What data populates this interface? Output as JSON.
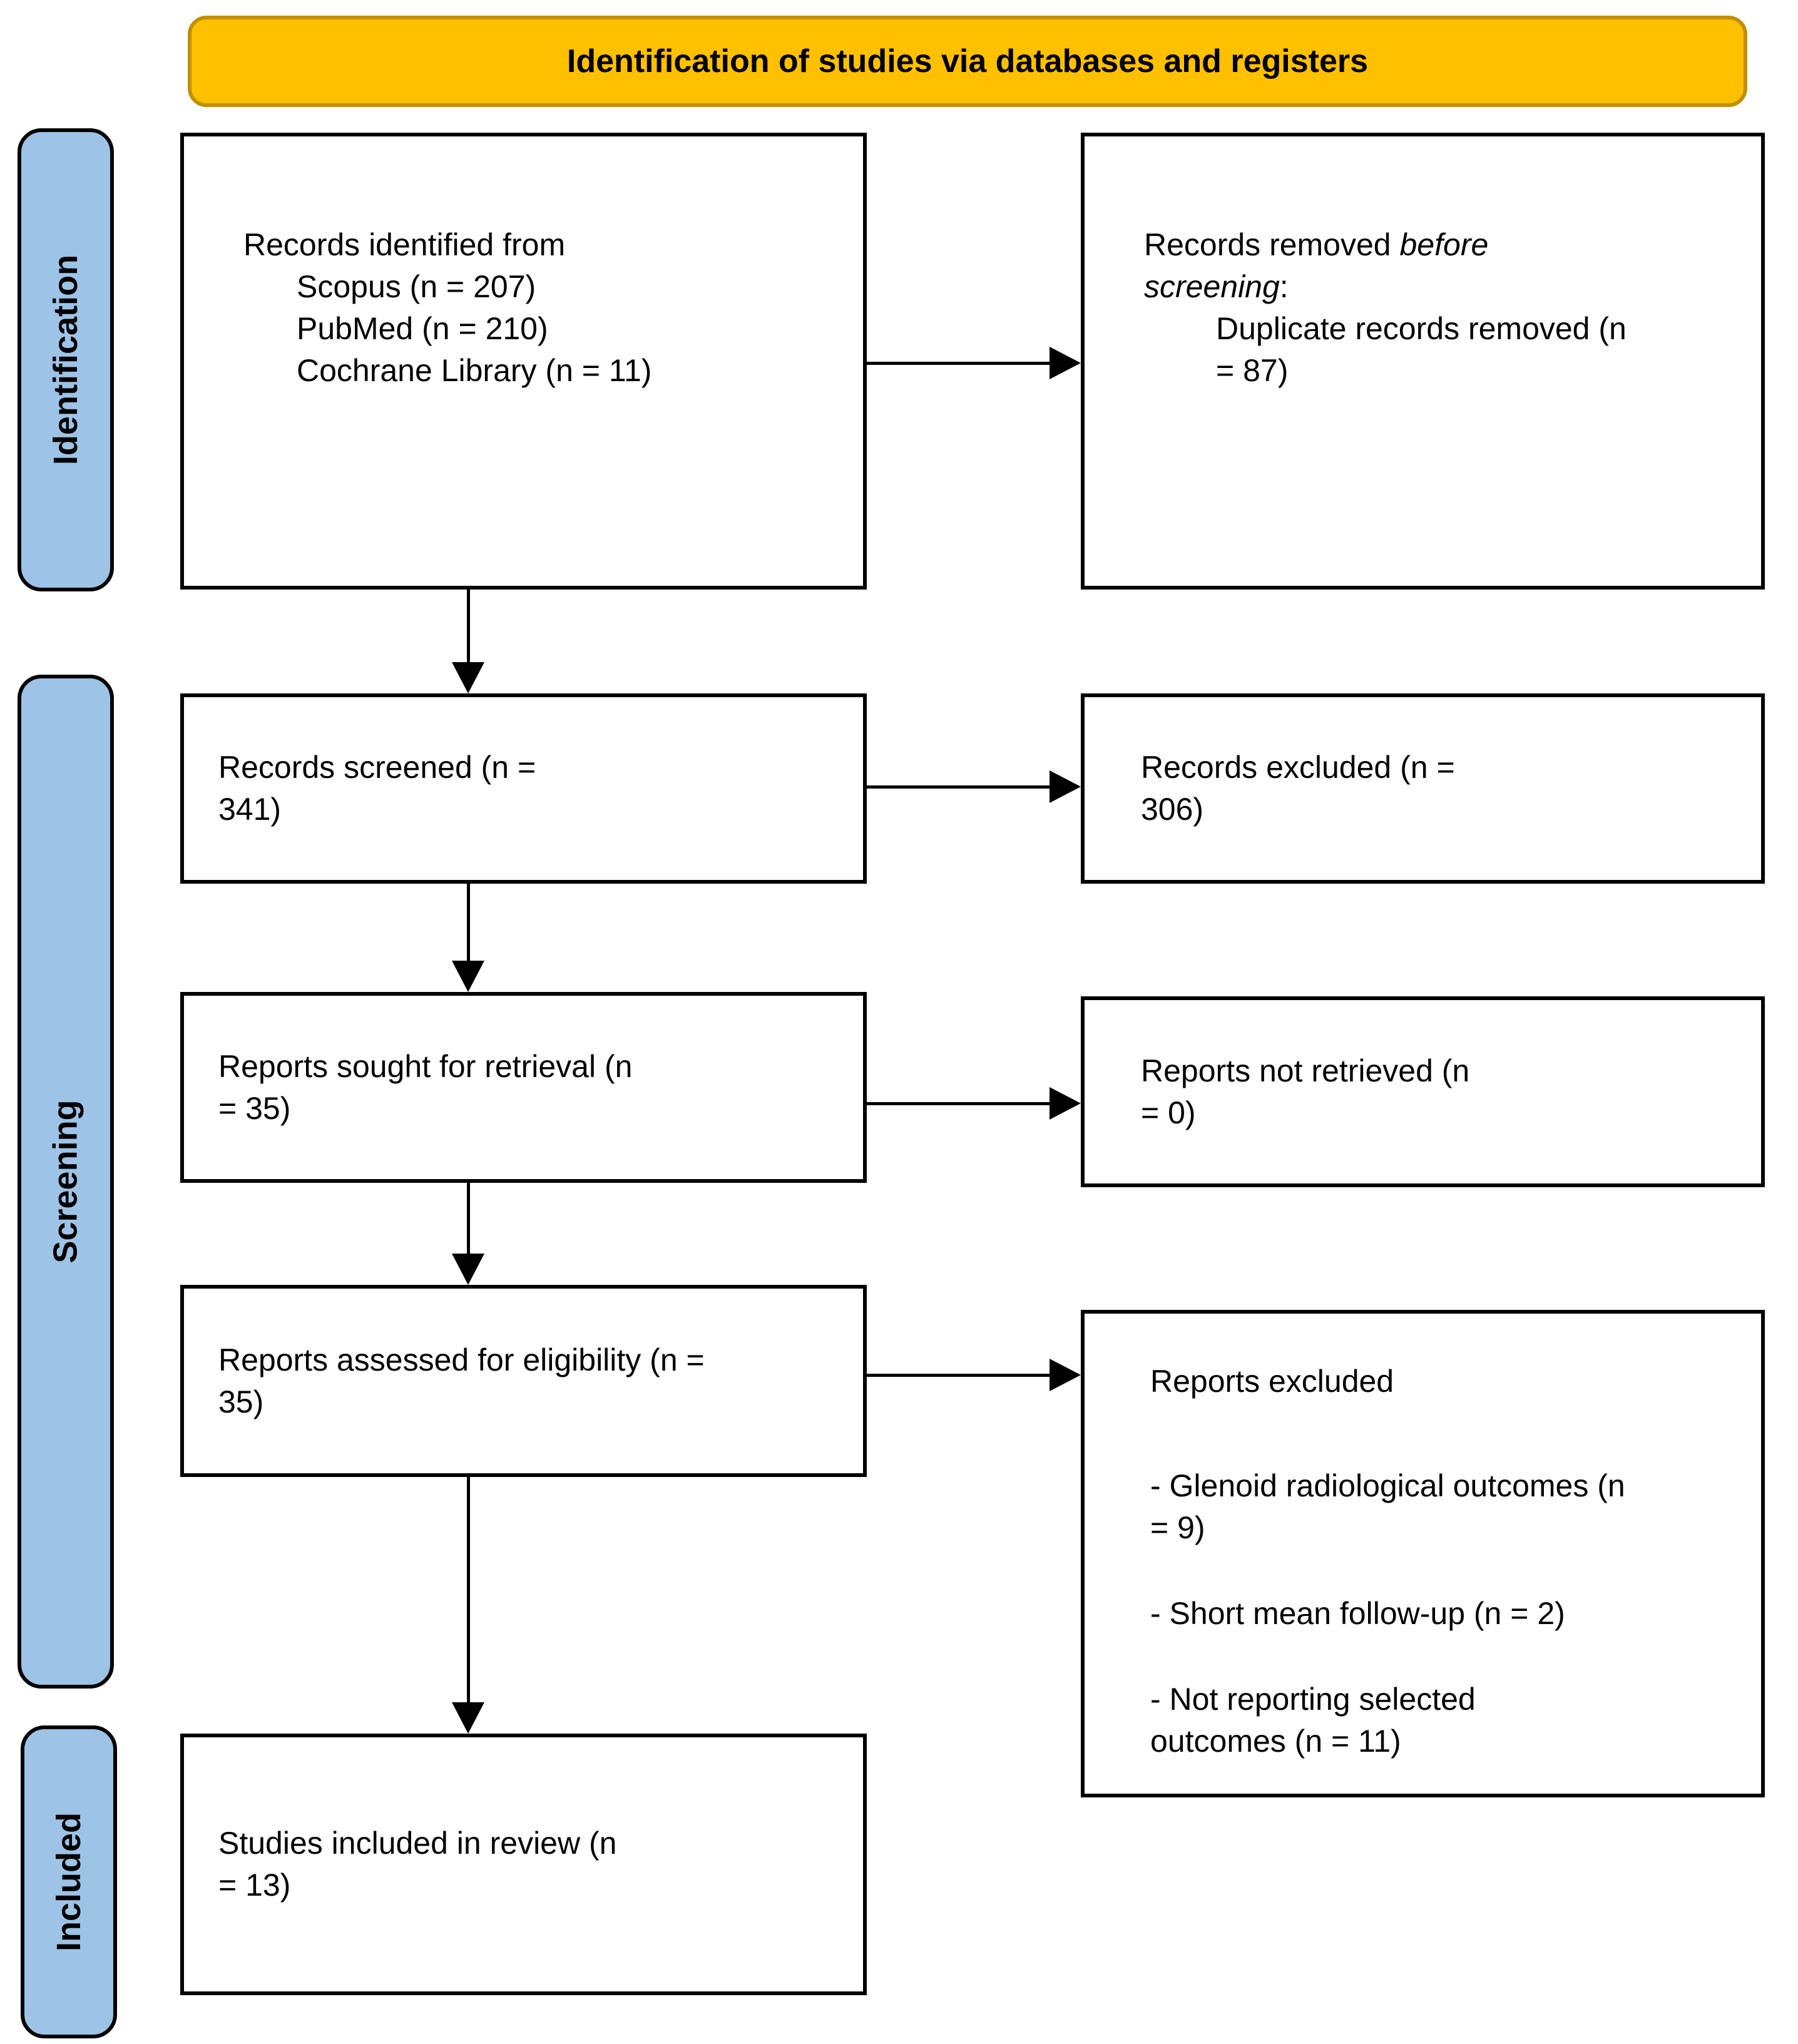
{
  "banner": {
    "title": "Identification of studies via databases and registers"
  },
  "sidebar": {
    "identification_label": "Identification",
    "screening_label": "Screening",
    "included_label": "Included"
  },
  "colors": {
    "banner_fill": "#FFC000",
    "banner_border": "#BF9000",
    "stage_fill": "#9DC3E6",
    "box_border": "#000000",
    "background": "#FFFFFF"
  },
  "boxes": {
    "records_identified": {
      "title": "Records identified from",
      "sources": [
        "Scopus (n = 207)",
        "PubMed (n = 210)",
        "Cochrane Library (n = 11)"
      ]
    },
    "records_removed": {
      "prefix": "Records removed ",
      "emphasis": "before screening",
      "suffix": ":",
      "detail": "Duplicate records removed (n = 87)"
    },
    "records_screened": {
      "label": "Records screened (n = 341)"
    },
    "records_excluded": {
      "label": "Records excluded (n = 306)"
    },
    "reports_sought": {
      "label": "Reports sought for retrieval (n = 35)"
    },
    "reports_not_retrieved": {
      "label": "Reports not retrieved (n = 0)"
    },
    "reports_assessed": {
      "label": "Reports assessed for eligibility (n = 35)"
    },
    "reports_excluded": {
      "title": "Reports excluded",
      "reasons": [
        "- Glenoid radiological outcomes (n = 9)",
        "- Short mean follow-up (n = 2)",
        "- Not reporting selected outcomes (n = 11)"
      ]
    },
    "studies_included": {
      "label": "Studies included in review (n = 13)"
    }
  }
}
